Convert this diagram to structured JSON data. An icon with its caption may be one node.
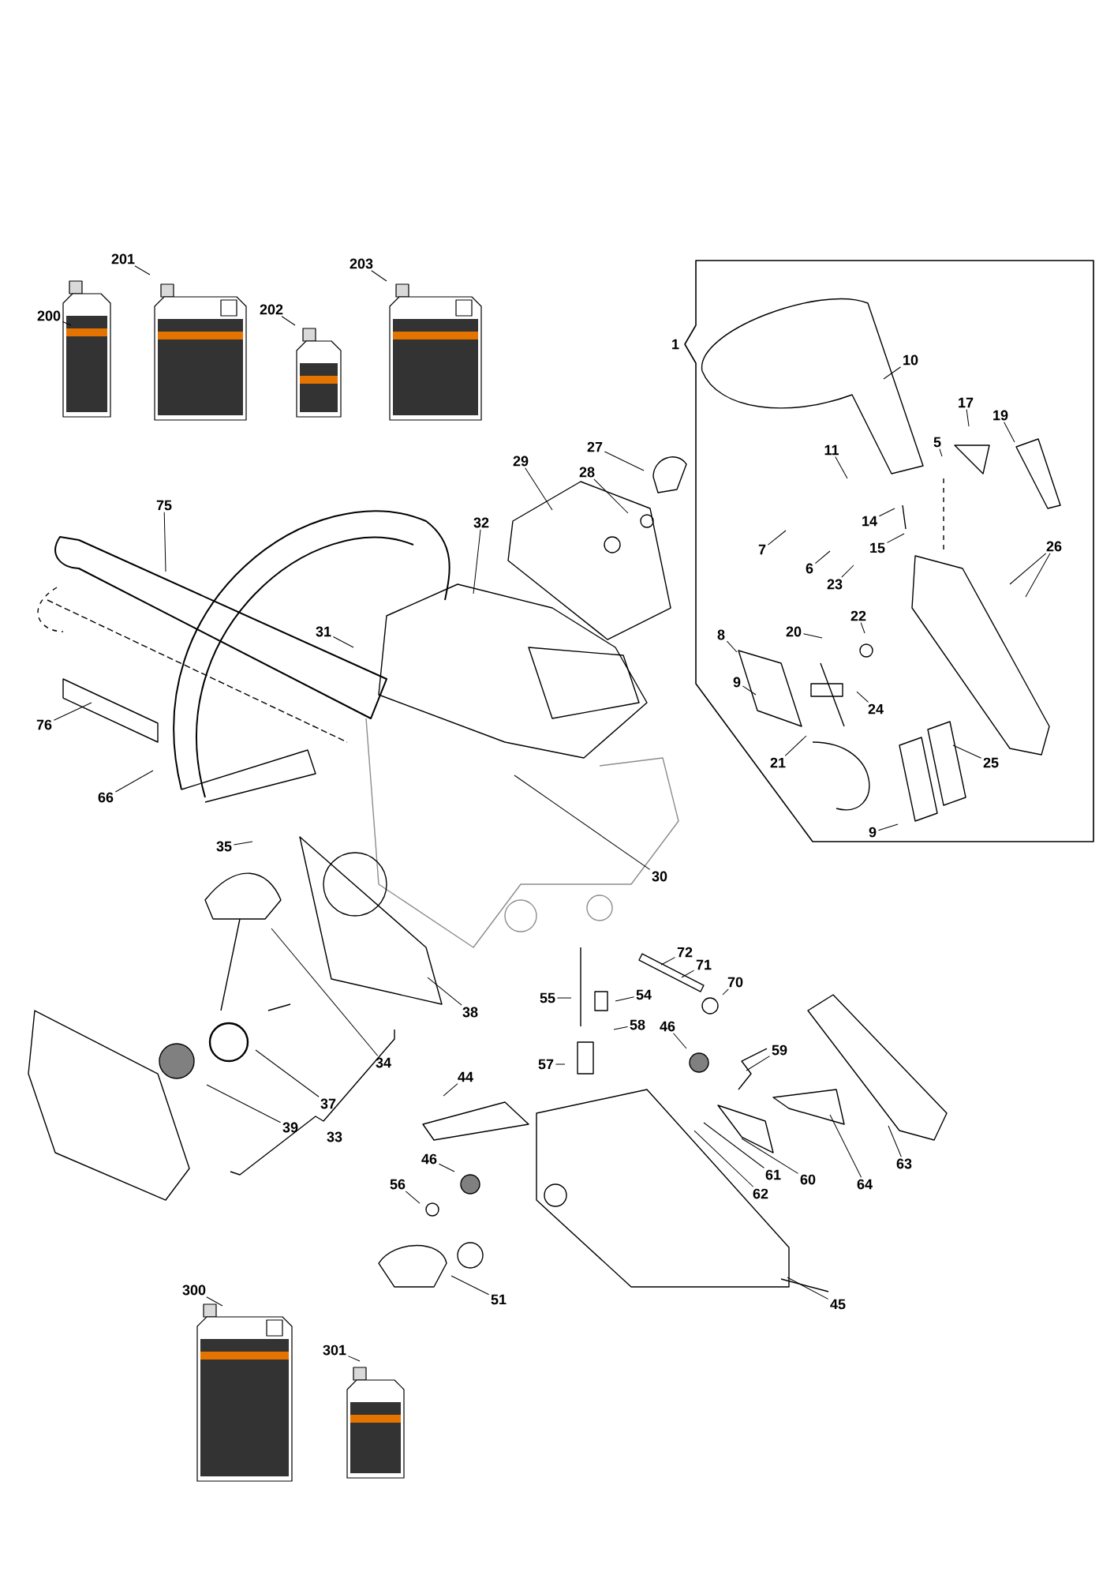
{
  "diagram": {
    "nodes": [
      {
        "text": [
          "200"
        ]
      },
      {
        "text": [
          "201"
        ]
      },
      {
        "text": [
          "202"
        ]
      },
      {
        "text": [
          "203"
        ]
      },
      {
        "text": [
          "1"
        ]
      },
      {
        "text": [
          "10"
        ],
        "in": 4
      },
      {
        "text": [
          "17"
        ],
        "in": 4
      },
      {
        "text": [
          "19"
        ],
        "in": 4
      },
      {
        "text": [
          "5"
        ],
        "in": 4
      },
      {
        "text": [
          "11"
        ],
        "in": 4
      },
      {
        "text": [
          "14"
        ],
        "in": 4
      },
      {
        "text": [
          "7"
        ],
        "in": 4
      },
      {
        "text": [
          "15"
        ],
        "in": 4
      },
      {
        "text": [
          "6"
        ],
        "in": 4
      },
      {
        "text": [
          "23"
        ],
        "in": 4
      },
      {
        "text": [
          "26"
        ],
        "in": 4
      },
      {
        "text": [
          "22"
        ],
        "in": 4
      },
      {
        "text": [
          "8"
        ],
        "in": 4
      },
      {
        "text": [
          "20"
        ],
        "in": 4
      },
      {
        "text": [
          "9"
        ],
        "in": 4
      },
      {
        "text": [
          "24"
        ],
        "in": 4
      },
      {
        "text": [
          "21"
        ],
        "in": 4
      },
      {
        "text": [
          "25"
        ],
        "in": 4
      },
      {
        "text": [
          "9"
        ],
        "in": 4
      },
      {
        "text": [
          "27"
        ]
      },
      {
        "text": [
          "29"
        ]
      },
      {
        "text": [
          "28"
        ]
      },
      {
        "text": [
          "75"
        ]
      },
      {
        "text": [
          "32"
        ]
      },
      {
        "text": [
          "31"
        ]
      },
      {
        "text": [
          "76"
        ]
      },
      {
        "text": [
          "66"
        ]
      },
      {
        "text": [
          "30"
        ]
      },
      {
        "text": [
          "35"
        ]
      },
      {
        "text": [
          "72"
        ]
      },
      {
        "text": [
          "71"
        ]
      },
      {
        "text": [
          "70"
        ]
      },
      {
        "text": [
          "55"
        ]
      },
      {
        "text": [
          "54"
        ]
      },
      {
        "text": [
          "38"
        ]
      },
      {
        "text": [
          "58"
        ]
      },
      {
        "text": [
          "46"
        ]
      },
      {
        "text": [
          "59"
        ]
      },
      {
        "text": [
          "57"
        ]
      },
      {
        "text": [
          "34"
        ]
      },
      {
        "text": [
          "44"
        ]
      },
      {
        "text": [
          "37"
        ]
      },
      {
        "text": [
          "39"
        ]
      },
      {
        "text": [
          "46"
        ]
      },
      {
        "text": [
          "61"
        ]
      },
      {
        "text": [
          "60"
        ]
      },
      {
        "text": [
          "62"
        ]
      },
      {
        "text": [
          "64"
        ]
      },
      {
        "text": [
          "63"
        ]
      },
      {
        "text": [
          "56"
        ]
      },
      {
        "text": [
          "51"
        ]
      },
      {
        "text": [
          "45"
        ]
      },
      {
        "text": [
          "300"
        ]
      },
      {
        "text": [
          "301"
        ]
      }
    ],
    "edges": [
      {
        "from": 0,
        "to": null,
        "arrow": "none"
      },
      {
        "from": 1,
        "to": null,
        "arrow": "none"
      },
      {
        "from": 2,
        "to": null,
        "arrow": "none"
      },
      {
        "from": 3,
        "to": null,
        "arrow": "none"
      },
      {
        "from": 5,
        "to": null,
        "arrow": "none"
      },
      {
        "from": 6,
        "to": null,
        "arrow": "none"
      },
      {
        "from": 7,
        "to": null,
        "arrow": "none"
      },
      {
        "from": 8,
        "to": null,
        "arrow": "none"
      },
      {
        "from": 9,
        "to": null,
        "arrow": "none"
      },
      {
        "from": 10,
        "to": null,
        "arrow": "none"
      },
      {
        "from": 11,
        "to": null,
        "arrow": "none"
      },
      {
        "from": 12,
        "to": null,
        "arrow": "none"
      },
      {
        "from": 13,
        "to": null,
        "arrow": "none"
      },
      {
        "from": 14,
        "to": null,
        "arrow": "none"
      },
      {
        "from": 15,
        "to": null,
        "arrow": "none"
      },
      {
        "from": 15,
        "to": null,
        "arrow": "none"
      },
      {
        "from": 16,
        "to": null,
        "arrow": "none"
      },
      {
        "from": 17,
        "to": null,
        "arrow": "none"
      },
      {
        "from": 18,
        "to": null,
        "arrow": "none"
      },
      {
        "from": 19,
        "to": null,
        "arrow": "none"
      },
      {
        "from": 20,
        "to": null,
        "arrow": "none"
      },
      {
        "from": 21,
        "to": null,
        "arrow": "none"
      },
      {
        "from": 22,
        "to": null,
        "arrow": "none"
      },
      {
        "from": 23,
        "to": null,
        "arrow": "none"
      },
      {
        "from": 24,
        "to": null,
        "arrow": "none"
      },
      {
        "from": 25,
        "to": null,
        "arrow": "none"
      },
      {
        "from": 26,
        "to": null,
        "arrow": "none"
      },
      {
        "from": 27,
        "to": null,
        "arrow": "none"
      },
      {
        "from": 28,
        "to": null,
        "arrow": "none"
      },
      {
        "from": 29,
        "to": null,
        "arrow": "none"
      },
      {
        "from": 30,
        "to": null,
        "arrow": "none"
      },
      {
        "from": 31,
        "to": null,
        "arrow": "none"
      },
      {
        "from": 32,
        "to": null,
        "arrow": "none"
      },
      {
        "from": 33,
        "to": null,
        "arrow": "none"
      },
      {
        "from": 34,
        "to": null,
        "arrow": "none"
      },
      {
        "from": 35,
        "to": null,
        "arrow": "none"
      },
      {
        "from": 36,
        "to": null,
        "arrow": "none"
      },
      {
        "from": 37,
        "to": null,
        "arrow": "none"
      },
      {
        "from": 38,
        "to": null,
        "arrow": "none"
      },
      {
        "from": 39,
        "to": null,
        "arrow": "none"
      },
      {
        "from": 40,
        "to": null,
        "arrow": "none"
      },
      {
        "from": 41,
        "to": null,
        "arrow": "none"
      },
      {
        "from": 42,
        "to": null,
        "arrow": "none"
      },
      {
        "from": 43,
        "to": null,
        "arrow": "none"
      },
      {
        "from": 44,
        "to": null,
        "arrow": "none"
      },
      {
        "from": 45,
        "to": null,
        "arrow": "none"
      },
      {
        "from": 46,
        "to": null,
        "arrow": "none"
      },
      {
        "from": 47,
        "to": null,
        "arrow": "none"
      },
      {
        "from": 48,
        "to": null,
        "arrow": "none"
      },
      {
        "from": 49,
        "to": null,
        "arrow": "none"
      },
      {
        "from": 50,
        "to": null,
        "arrow": "none"
      },
      {
        "from": 51,
        "to": null,
        "arrow": "none"
      },
      {
        "from": 52,
        "to": null,
        "arrow": "none"
      },
      {
        "from": 53,
        "to": null,
        "arrow": "none"
      },
      {
        "from": 54,
        "to": null,
        "arrow": "none"
      },
      {
        "from": 55,
        "to": null,
        "arrow": "none"
      },
      {
        "from": 56,
        "to": null,
        "arrow": "none"
      },
      {
        "from": 57,
        "to": null,
        "arrow": "none"
      },
      {
        "from": 58,
        "to": null,
        "arrow": "none"
      }
    ],
    "labels": [
      "33"
    ]
  }
}
